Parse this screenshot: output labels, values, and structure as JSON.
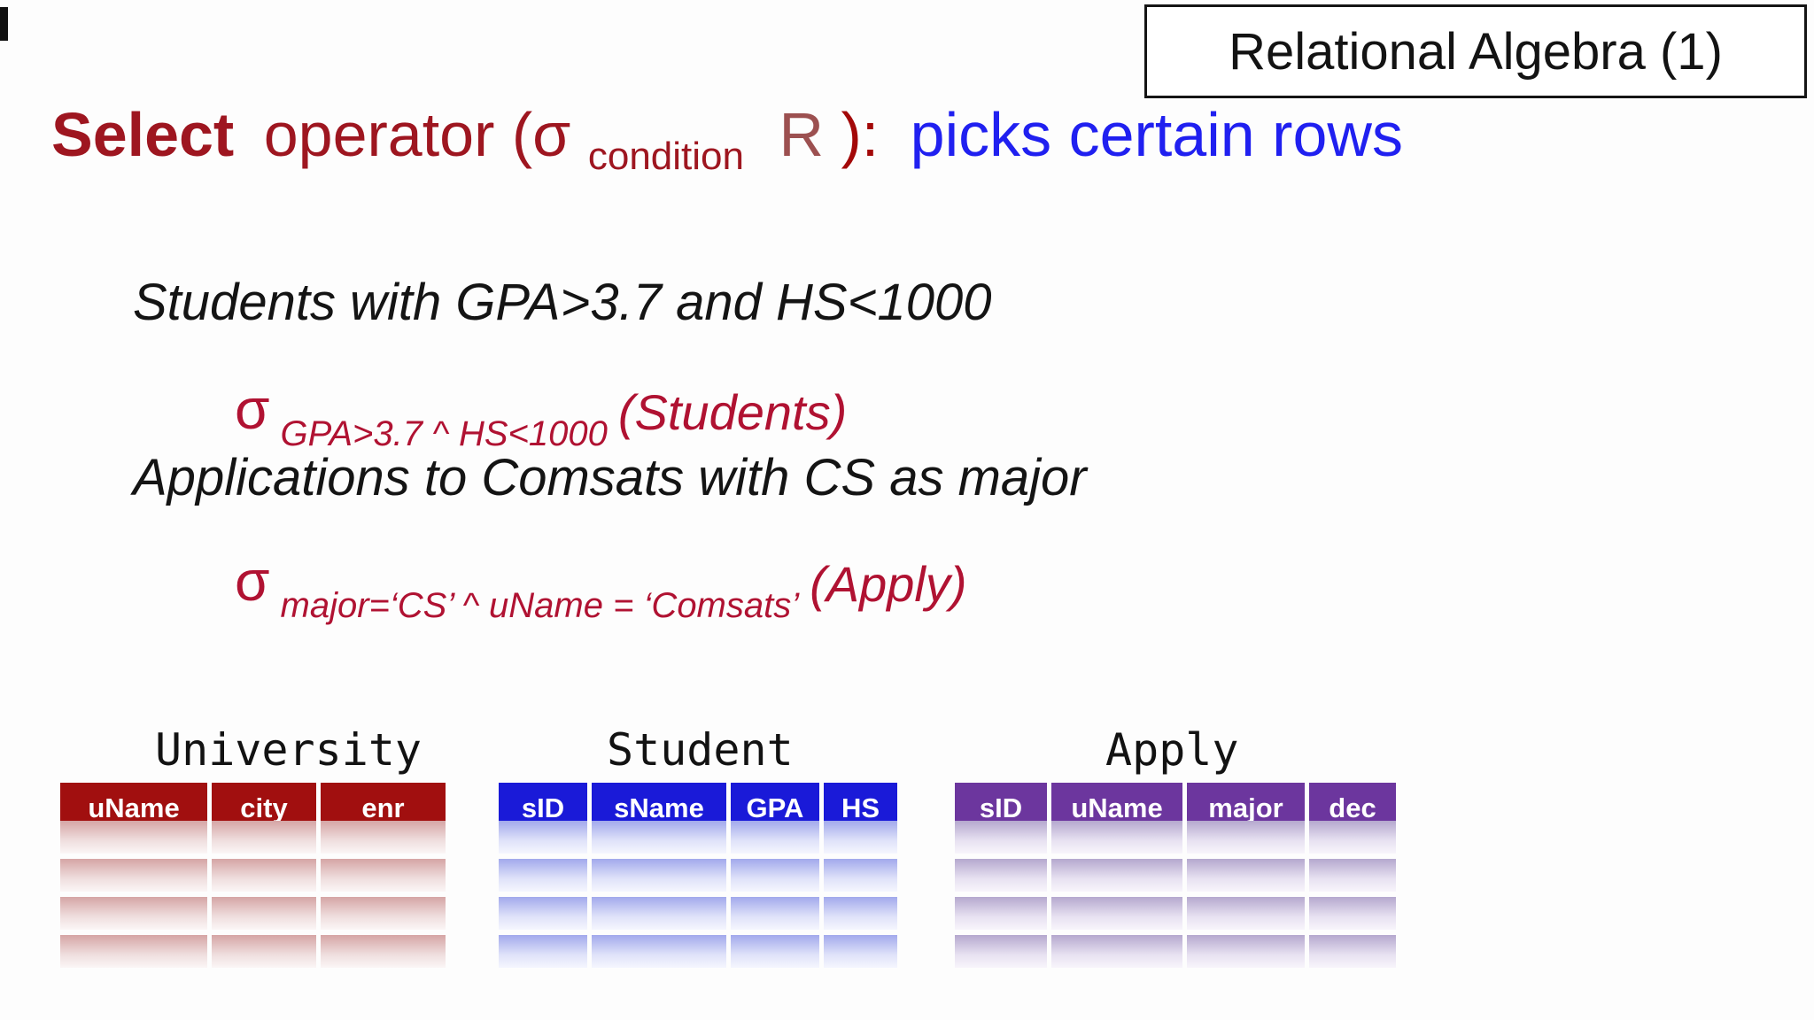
{
  "slide_label": "Relational Algebra (1)",
  "heading": {
    "select": "Select",
    "operator": "operator (σ",
    "condition_subscript": "condition",
    "relation_var": "R",
    "close_paren": "):",
    "tagline": "picks certain rows"
  },
  "examples": [
    {
      "description": "Students with GPA>3.7 and HS<1000",
      "sigma": "σ",
      "condition": "GPA>3.7 ^ HS<1000",
      "relation": "(Students)"
    },
    {
      "description": "Applications to Comsats with CS as major",
      "sigma": "σ",
      "condition": "major=‘CS’ ^ uName = ‘Comsats’",
      "relation": "(Apply)"
    }
  ],
  "tables": [
    {
      "title": "University",
      "columns": [
        "uName",
        "city",
        "enr"
      ],
      "empty_row_count": 4
    },
    {
      "title": "Student",
      "columns": [
        "sID",
        "sName",
        "GPA",
        "HS"
      ],
      "empty_row_count": 4
    },
    {
      "title": "Apply",
      "columns": [
        "sID",
        "uName",
        "major",
        "dec"
      ],
      "empty_row_count": 4
    }
  ],
  "colors": {
    "heading_maroon": "#9E1620",
    "heading_relation_var": "#9C5050",
    "heading_punctuation": "#A30808",
    "heading_blue": "#2020F0",
    "formula_red": "#B01232",
    "university_header_bg": "#A10F0F",
    "student_header_bg": "#1A1AD8",
    "apply_header_bg": "#6C369E",
    "header_text": "#FFFFFF",
    "body_text": "#141414"
  }
}
